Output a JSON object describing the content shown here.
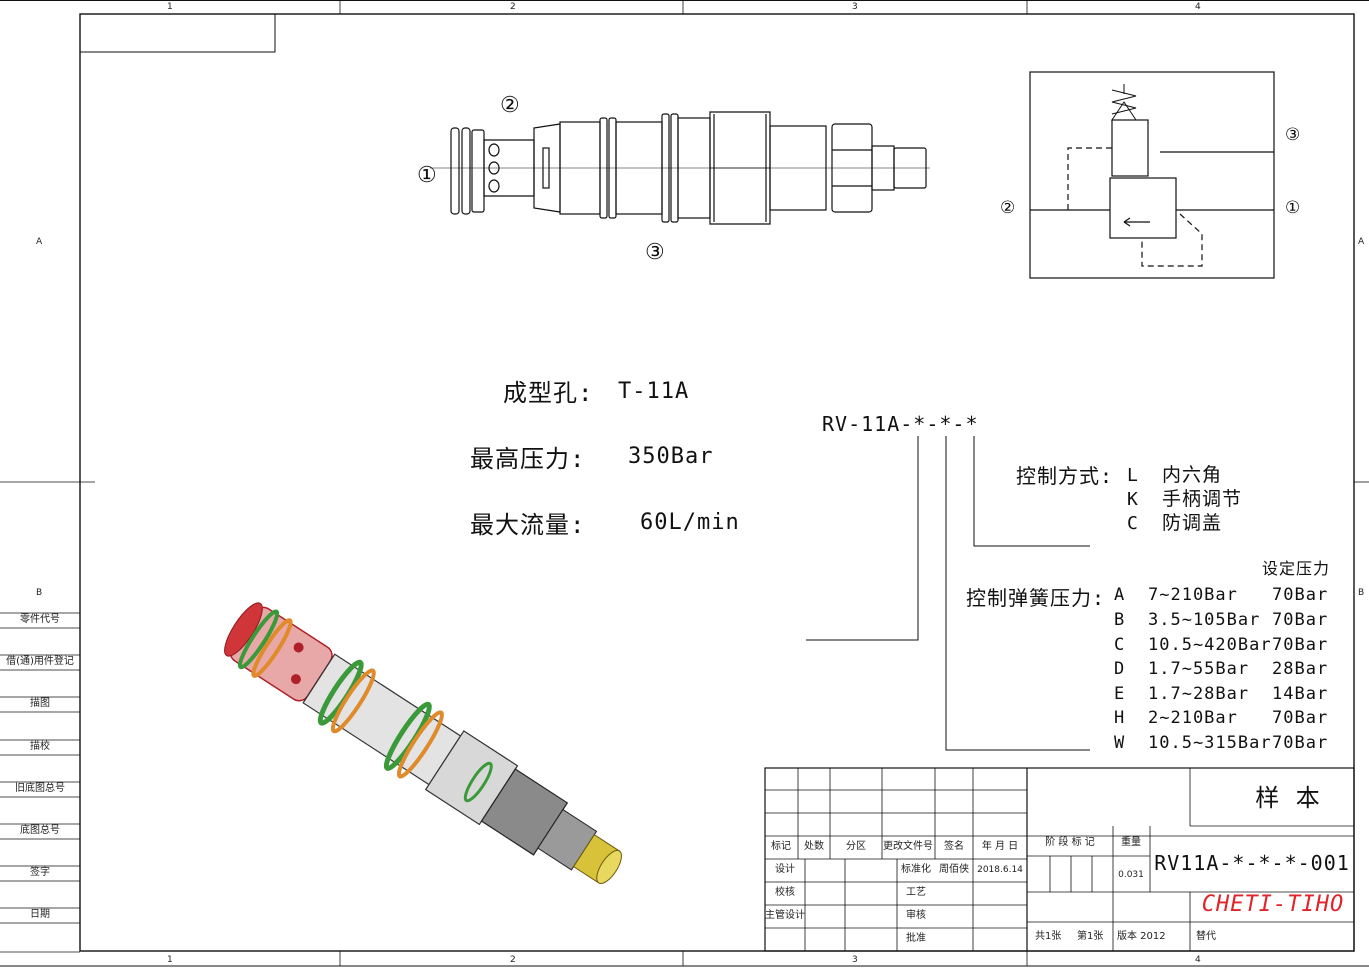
{
  "frame": {
    "col_labels": [
      "1",
      "2",
      "3",
      "4"
    ],
    "row_labels": [
      "A",
      "B"
    ]
  },
  "views": {
    "ports_side": [
      "①",
      "②",
      "③"
    ],
    "ports_symbol": [
      "①",
      "②",
      "③"
    ]
  },
  "specs": {
    "cavity_label": "成型孔:",
    "cavity_value": "T-11A",
    "max_pressure_label": "最高压力:",
    "max_pressure_value": "350Bar",
    "max_flow_label": "最大流量:",
    "max_flow_value": "60L/min"
  },
  "model_code": "RV-11A-*-*-*",
  "control_method": {
    "label": "控制方式:",
    "options": [
      {
        "code": "L",
        "desc": "内六角"
      },
      {
        "code": "K",
        "desc": "手柄调节"
      },
      {
        "code": "C",
        "desc": "防调盖"
      }
    ]
  },
  "spring_pressure": {
    "label": "控制弹簧压力:",
    "setting_header": "设定压力",
    "options": [
      {
        "code": "A",
        "range": "7~210Bar",
        "setting": "70Bar"
      },
      {
        "code": "B",
        "range": "3.5~105Bar",
        "setting": "70Bar"
      },
      {
        "code": "C",
        "range": "10.5~420Bar",
        "setting": "70Bar"
      },
      {
        "code": "D",
        "range": "1.7~55Bar",
        "setting": "28Bar"
      },
      {
        "code": "E",
        "range": "1.7~28Bar",
        "setting": "14Bar"
      },
      {
        "code": "H",
        "range": "2~210Bar",
        "setting": "70Bar"
      },
      {
        "code": "W",
        "range": "10.5~315Bar",
        "setting": "70Bar"
      }
    ]
  },
  "side_table": [
    "零件代号",
    "借(通)用件登记",
    "描图",
    "描校",
    "旧底图总号",
    "底图总号",
    "签字",
    "日期"
  ],
  "title_block": {
    "header_cols": [
      "标记",
      "处数",
      "分区",
      "更改文件号",
      "签名",
      "年 月 日"
    ],
    "row_design": "设计",
    "row_check": "校核",
    "row_chief": "主管设计",
    "standardize": "标准化",
    "standardize_name": "周佰侠",
    "standardize_date": "2018.6.14",
    "process": "工艺",
    "review": "审核",
    "approve": "批准",
    "stage_mark": "阶 段 标 记",
    "weight_label": "重量",
    "weight_value": "0.031",
    "drawing_name": "样 本",
    "drawing_number": "RV11A-*-*-*-001",
    "company": "CHETI-TIHO",
    "sheets_total": "共1张",
    "sheet_no": "第1张",
    "version": "版本 2012",
    "replace": "替代"
  },
  "colors": {
    "line": "#111111",
    "company": "#e0242a",
    "seal_green": "#3a9a3a",
    "seal_orange": "#e08a2a",
    "body_red": "#d0353a",
    "brass": "#d8c23a"
  }
}
